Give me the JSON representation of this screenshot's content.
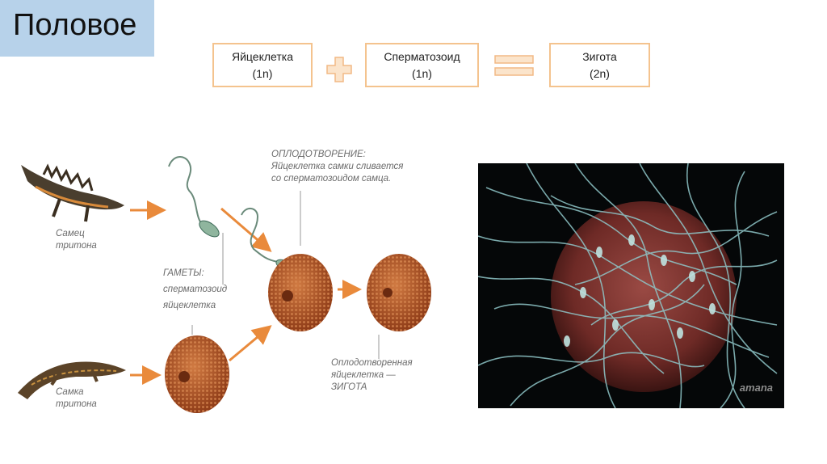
{
  "slide": {
    "title": "Половое"
  },
  "equation": {
    "egg": {
      "name": "Яйцеклетка",
      "ploidy": "(1n)"
    },
    "sperm": {
      "name": "Сперматозоид",
      "ploidy": "(1n)"
    },
    "zygote": {
      "name": "Зигота",
      "ploidy": "(2n)"
    }
  },
  "illustration": {
    "fertilization_1": "ОПЛОДОТВОРЕНИЕ:",
    "fertilization_2": "Яйцеклетка самки сливается",
    "fertilization_3": "со сперматозоидом самца.",
    "male_1": "Самец",
    "male_2": "тритона",
    "female_1": "Самка",
    "female_2": "тритона",
    "gametes_title": "ГАМЕТЫ:",
    "gamete_sperm": "сперматозоид",
    "gamete_egg": "яйцеклетка",
    "zygote_1": "Оплодотворенная",
    "zygote_2": "яйцеклетка —",
    "zygote_3": "ЗИГОТА"
  },
  "photo": {
    "watermark": "amana"
  },
  "colors": {
    "title_bg": "#b7d2ea",
    "box_border": "#f4c38e",
    "arrow": "#e98a3b",
    "egg": "#b8582a"
  }
}
